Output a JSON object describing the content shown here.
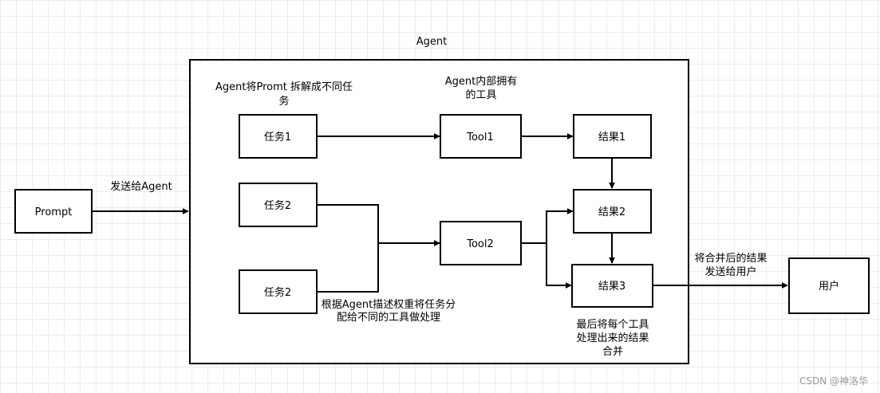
{
  "colors": {
    "stroke": "#000000",
    "fill": "#ffffff",
    "grid": "#ececec",
    "watermark": "#9a9a9a"
  },
  "nodes": {
    "agent_title": "Agent",
    "prompt": "Prompt",
    "task1": "任务1",
    "task2a": "任务2",
    "task2b": "任务2",
    "tool1": "Tool1",
    "tool2": "Tool2",
    "result1": "结果1",
    "result2": "结果2",
    "result3": "结果3",
    "user": "用户"
  },
  "labels": {
    "split_line1": "Agent将Promt 拆解成不同任",
    "split_line2": "务",
    "tools_line1": "Agent内部拥有",
    "tools_line2": "的工具",
    "send_to_agent": "发送给Agent",
    "assign_line1": "根据Agent描述权重将任务分",
    "assign_line2": "配给不同的工具做处理",
    "merge_line1": "最后将每个工具",
    "merge_line2": "处理出来的结果",
    "merge_line3": "合并",
    "send_user_line1": "将合并后的结果",
    "send_user_line2": "发送给用户"
  },
  "watermark": "CSDN @神洛华"
}
